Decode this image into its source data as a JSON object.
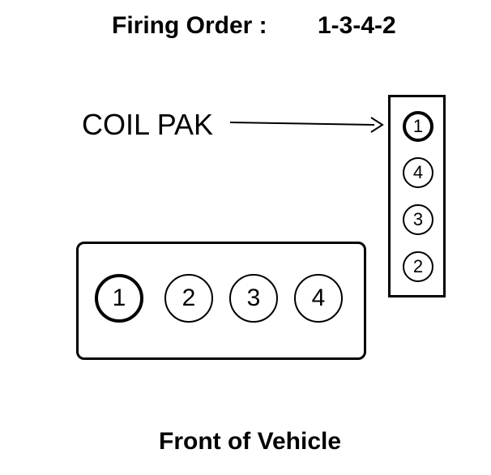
{
  "header": {
    "label": "Firing Order :",
    "value": "1-3-4-2"
  },
  "coil_pack": {
    "label": "COIL PAK",
    "towers": [
      "1",
      "4",
      "3",
      "2"
    ]
  },
  "engine": {
    "cylinders": [
      "1",
      "2",
      "3",
      "4"
    ]
  },
  "footer": {
    "label": "Front of Vehicle"
  }
}
